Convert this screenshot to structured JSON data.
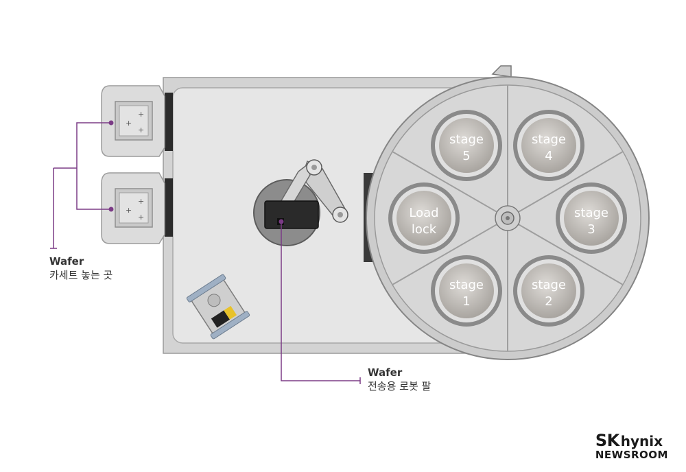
{
  "callouts": {
    "cassette": {
      "line1": "Wafer",
      "line2": "카세트 놓는 곳"
    },
    "robot": {
      "line1": "Wafer",
      "line2": "전송용 로봇 팔"
    }
  },
  "stations": {
    "stage5": {
      "line1": "stage",
      "line2": "5"
    },
    "stage4": {
      "line1": "stage",
      "line2": "4"
    },
    "stage3": {
      "line1": "stage",
      "line2": "3"
    },
    "stage2": {
      "line1": "stage",
      "line2": "2"
    },
    "stage1": {
      "line1": "stage",
      "line2": "1"
    },
    "loadlock": {
      "line1": "Load",
      "line2": "lock"
    }
  },
  "brand": {
    "sk": "SK",
    "hynix": "hynix",
    "newsroom": "NEWSROOM"
  },
  "colors": {
    "callout_line": "#7b3b86",
    "body": "#d8d8d8",
    "station": "#b9b6b2"
  }
}
